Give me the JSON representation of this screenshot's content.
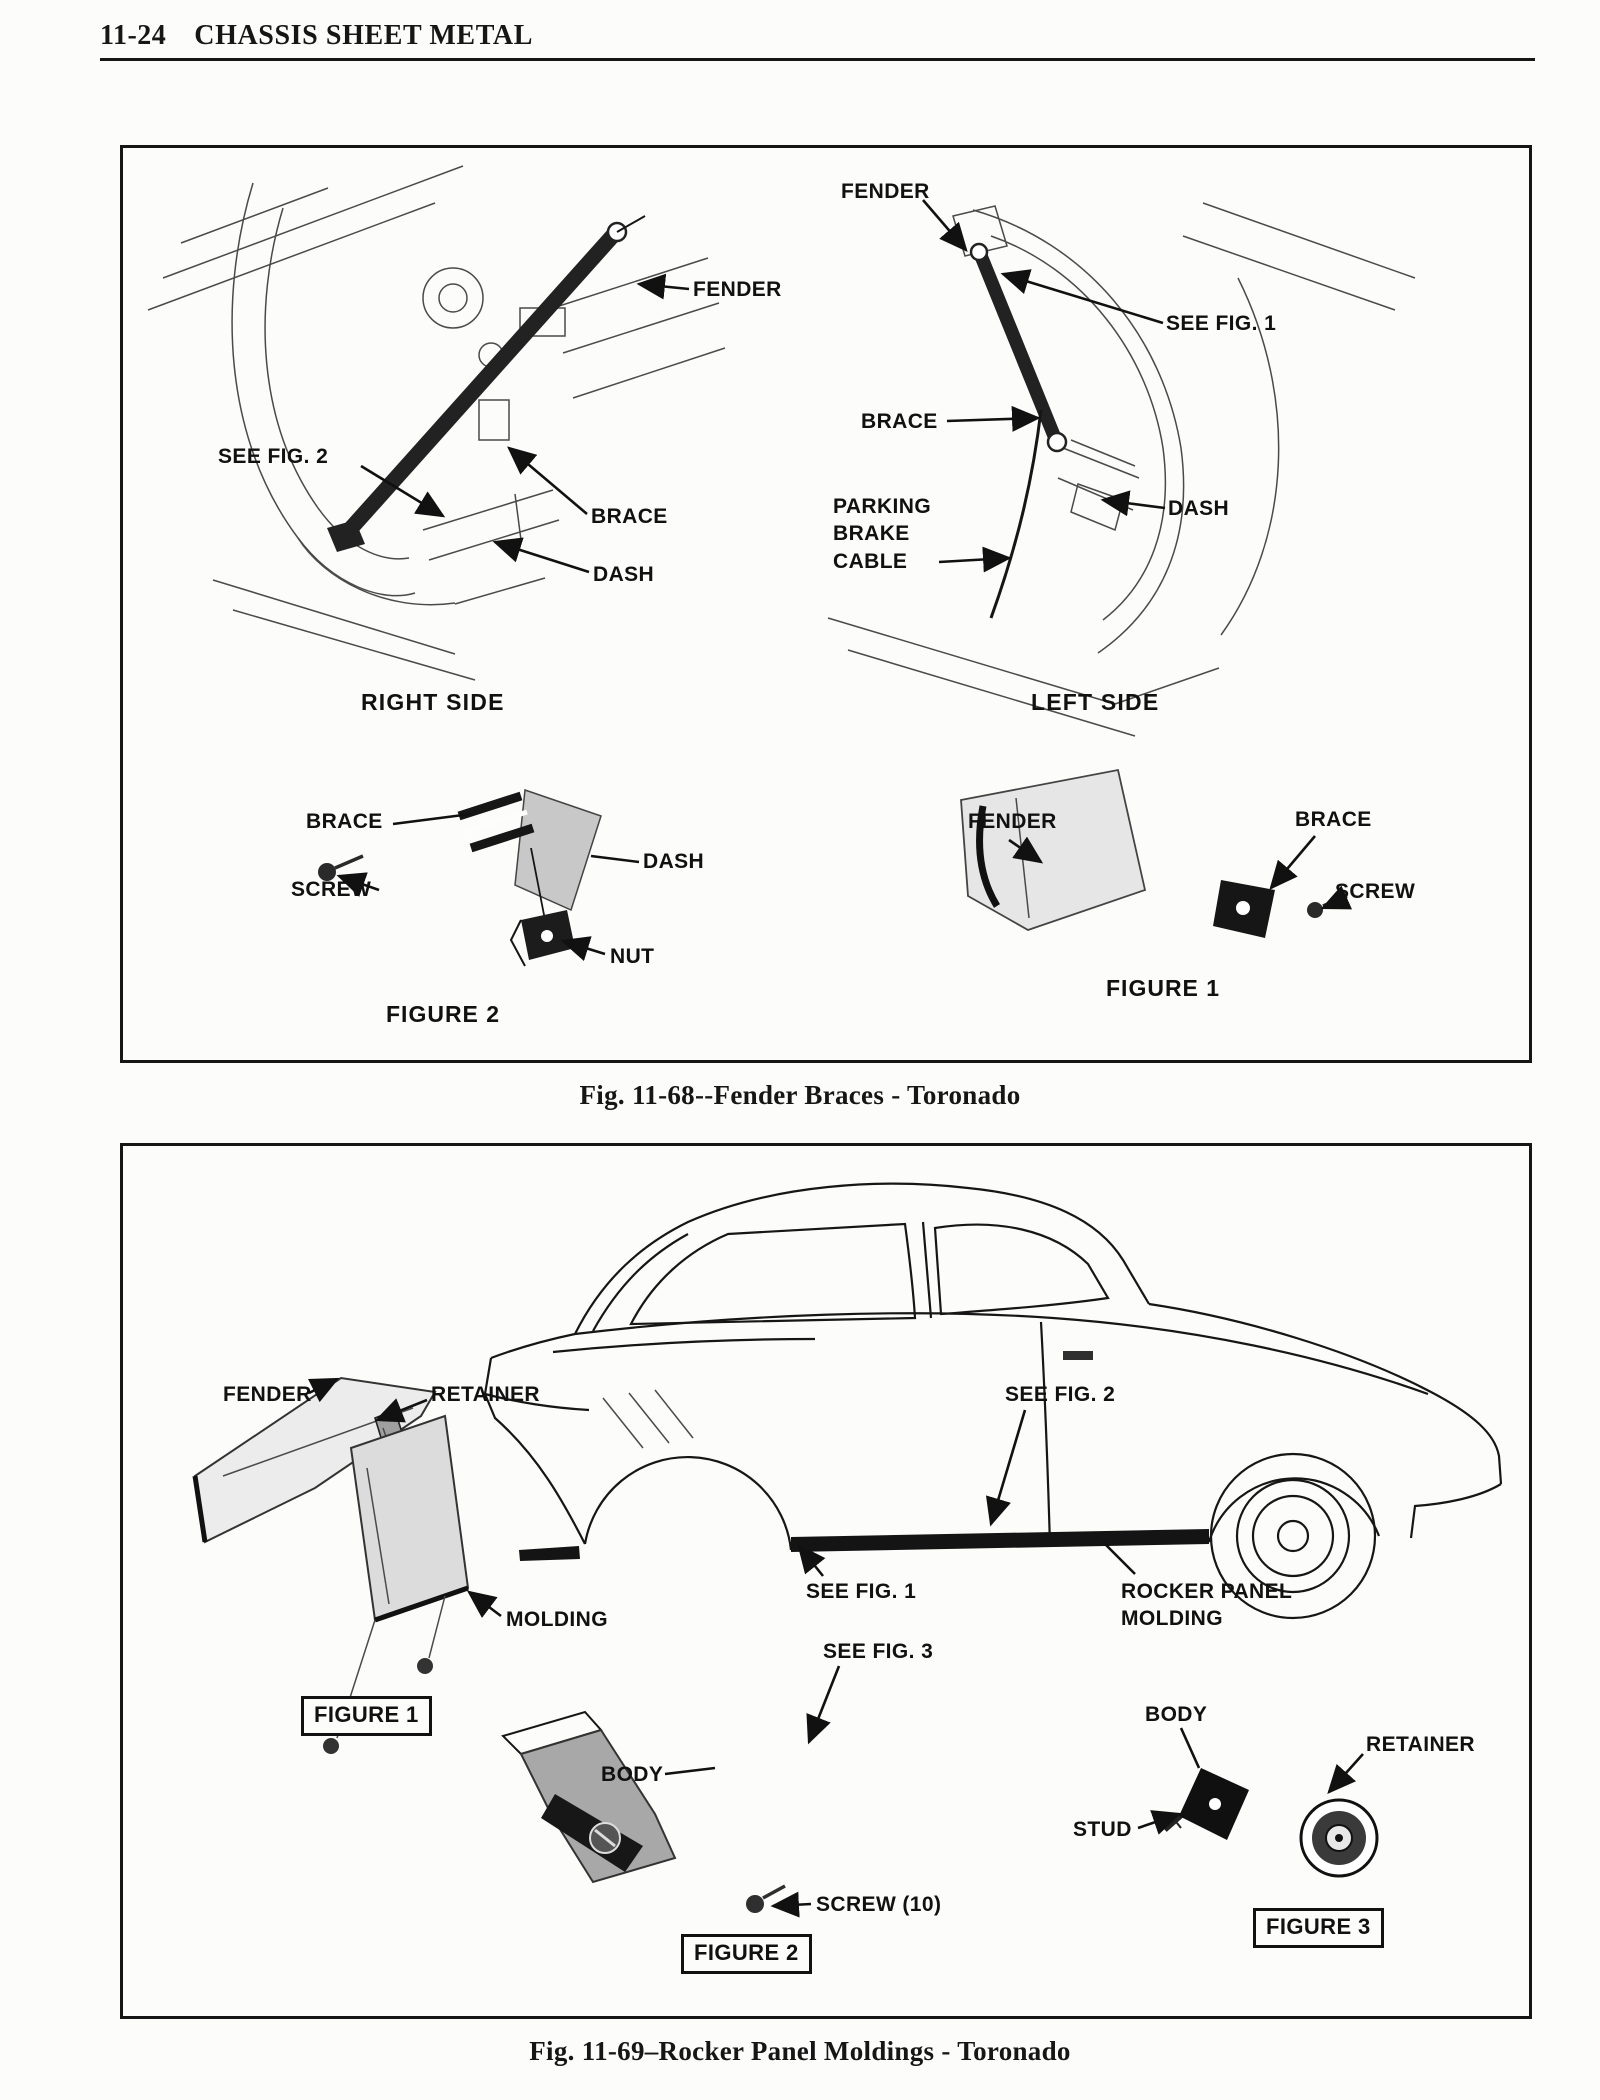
{
  "header": {
    "page_number": "11-24",
    "title": "CHASSIS SHEET METAL"
  },
  "fig68": {
    "caption": "Fig. 11-68--Fender Braces - Toronado",
    "right_side": {
      "title": "RIGHT SIDE",
      "fender": "FENDER",
      "see_fig_2": "SEE FIG. 2",
      "brace": "BRACE",
      "dash": "DASH"
    },
    "left_side": {
      "title": "LEFT SIDE",
      "fender": "FENDER",
      "see_fig_1": "SEE FIG. 1",
      "brace": "BRACE",
      "parking_brake_cable": "PARKING\nBRAKE\nCABLE",
      "dash": "DASH"
    },
    "figure2_detail": {
      "title": "FIGURE 2",
      "brace": "BRACE",
      "screw": "SCREW",
      "dash": "DASH",
      "nut": "NUT"
    },
    "figure1_detail": {
      "title": "FIGURE 1",
      "fender": "FENDER",
      "brace": "BRACE",
      "screw": "SCREW"
    }
  },
  "fig69": {
    "caption": "Fig. 11-69–Rocker Panel Moldings - Toronado",
    "figure1_detail": {
      "title": "FIGURE 1",
      "fender": "FENDER",
      "retainer": "RETAINER",
      "molding": "MOLDING"
    },
    "car": {
      "see_fig_2": "SEE FIG. 2",
      "see_fig_1": "SEE FIG. 1",
      "rocker_panel_molding": "ROCKER PANEL\nMOLDING"
    },
    "figure2_detail": {
      "title": "FIGURE 2",
      "see_fig_3": "SEE FIG. 3",
      "body": "BODY",
      "screw": "SCREW (10)"
    },
    "figure3_detail": {
      "title": "FIGURE 3",
      "body": "BODY",
      "retainer": "RETAINER",
      "stud": "STUD"
    }
  }
}
